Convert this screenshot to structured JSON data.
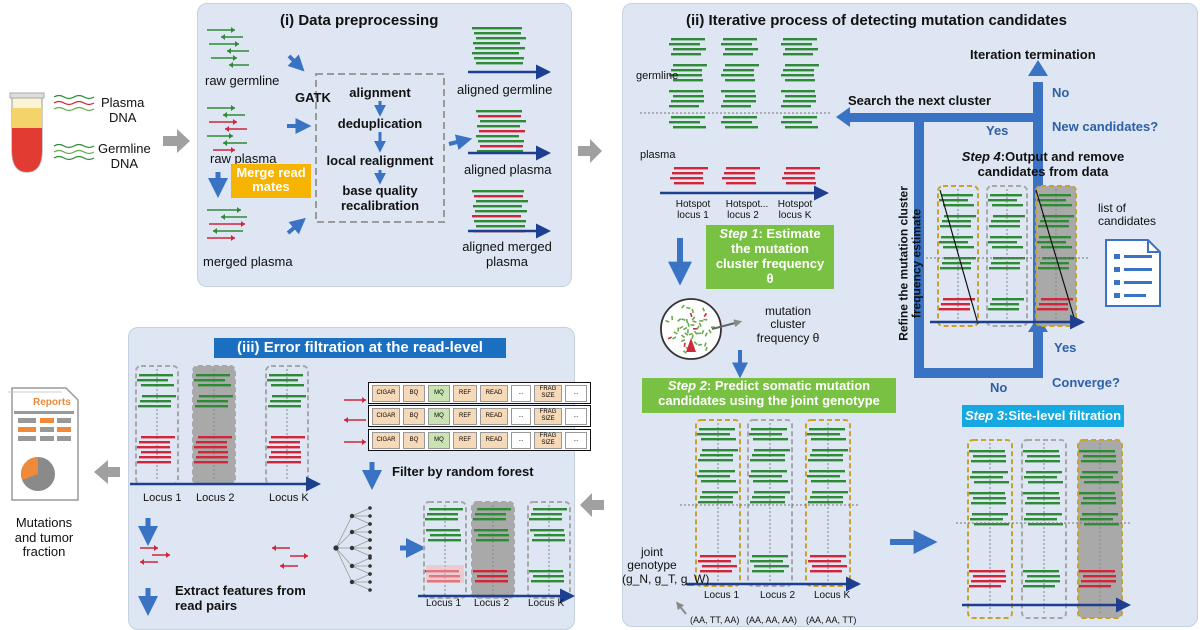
{
  "tube": {
    "plasma_label": "Plasma\nDNA",
    "germline_label": "Germline\nDNA"
  },
  "prep": {
    "title": "(i) Data preprocessing",
    "raw_germline": "raw germline",
    "raw_plasma": "raw plasma",
    "merged_plasma": "merged plasma",
    "merge_label": "Merge read\nmates",
    "gatk": "GATK",
    "steps": [
      "alignment",
      "deduplication",
      "local realignment",
      "base quality\nrecalibration"
    ],
    "aligned_germline": "aligned germline",
    "aligned_plasma": "aligned plasma",
    "aligned_merged": "aligned merged\nplasma"
  },
  "iter": {
    "title": "(ii) Iterative process of detecting mutation candidates",
    "germline": "germline",
    "plasma": "plasma",
    "hotspot1": "Hotspot\nlocus 1",
    "hotspot2": "Hotspot\nlocus 2",
    "hotspotK": "Hotspot\nlocus K",
    "ellipsis": "...",
    "step1_head": "Step 1",
    "step1_text": ": Estimate\nthe mutation\ncluster frequency\nθ",
    "mcf": "mutation\ncluster\nfrequency θ",
    "step2_head": "Step 2",
    "step2_text": ": Predict somatic mutation\ncandidates using the joint genotype",
    "joint_genotype": "joint\ngenotype\n(g_N, g_T, g_W)",
    "locus1": "Locus 1",
    "locus2": "Locus 2",
    "locusK": "Locus K",
    "genotypes": [
      "(AA, TT, AA)",
      "(AA, AA, AA)",
      "(AA, AA, TT)"
    ],
    "iteration_termination": "Iteration termination",
    "no": "No",
    "yes": "Yes",
    "search_next": "Search the next cluster",
    "new_candidates": "New candidates?",
    "step4_head": "Step 4",
    "step4_text": ":Output and remove\ncandidates from data",
    "list_of_candidates": "list of\ncandidates",
    "refine": "Refine the mutation cluster\nfrequency estimate",
    "converge": "Converge?",
    "step3_head": "Step 3",
    "step3_text": ":Site-level filtration"
  },
  "err": {
    "title": "(iii) Error filtration at the read-level",
    "locus1": "Locus 1",
    "locus2": "Locus 2",
    "locusK": "Locus K",
    "features": [
      "CIGAR",
      "BQ",
      "MQ",
      "REF",
      "READ",
      "...",
      "FRAG\nSIZE",
      "..."
    ],
    "filter_rf": "Filter by random forest",
    "extract": "Extract features from\nread pairs"
  },
  "report": {
    "title": "Reports",
    "caption": "Mutations\nand tumor\nfraction"
  },
  "colors": {
    "panel": "#dde6f2",
    "arrow": "#3a73c4",
    "green_read": "#2e8b35",
    "red_read": "#d0263a",
    "gold": "#c9a227",
    "step_green": "#79c143",
    "step3_blue": "#16a8e0"
  }
}
